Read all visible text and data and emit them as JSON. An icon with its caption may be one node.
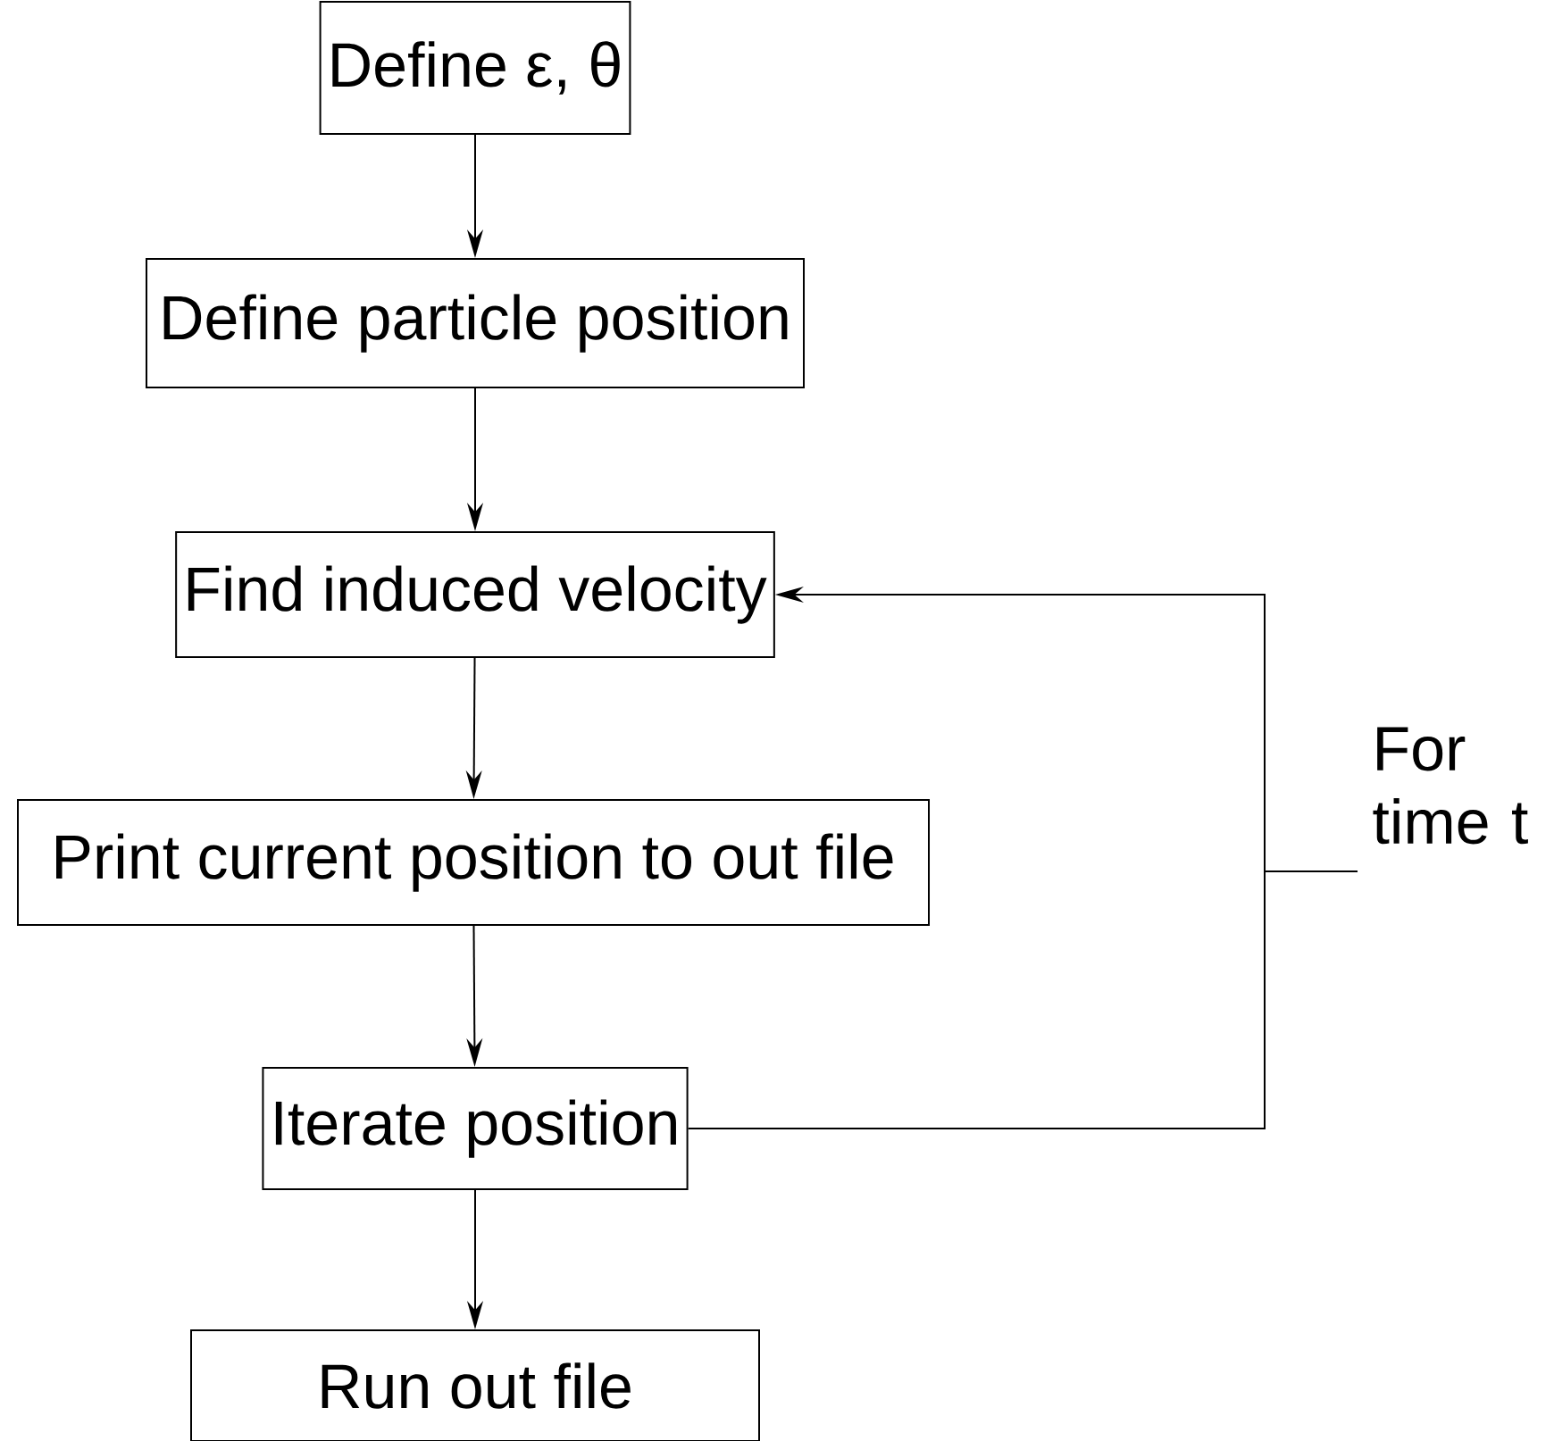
{
  "diagram": {
    "nodes": [
      {
        "text": [
          "Define ε, θ"
        ]
      },
      {
        "text": [
          "Define particle position"
        ]
      },
      {
        "text": [
          "Find induced velocity"
        ]
      },
      {
        "text": [
          "Print current position to out file"
        ]
      },
      {
        "text": [
          "Iterate position"
        ]
      },
      {
        "text": [
          "Run out file"
        ]
      }
    ],
    "edges": [
      {
        "from": 0,
        "to": 1,
        "arrow": "to"
      },
      {
        "from": 1,
        "to": 2,
        "arrow": "to"
      },
      {
        "from": 2,
        "to": 3,
        "arrow": "to"
      },
      {
        "from": 3,
        "to": 4,
        "arrow": "to"
      },
      {
        "from": 4,
        "to": 2,
        "arrow": "to",
        "label": "For time t"
      },
      {
        "from": 4,
        "to": 5,
        "arrow": "to"
      }
    ]
  }
}
